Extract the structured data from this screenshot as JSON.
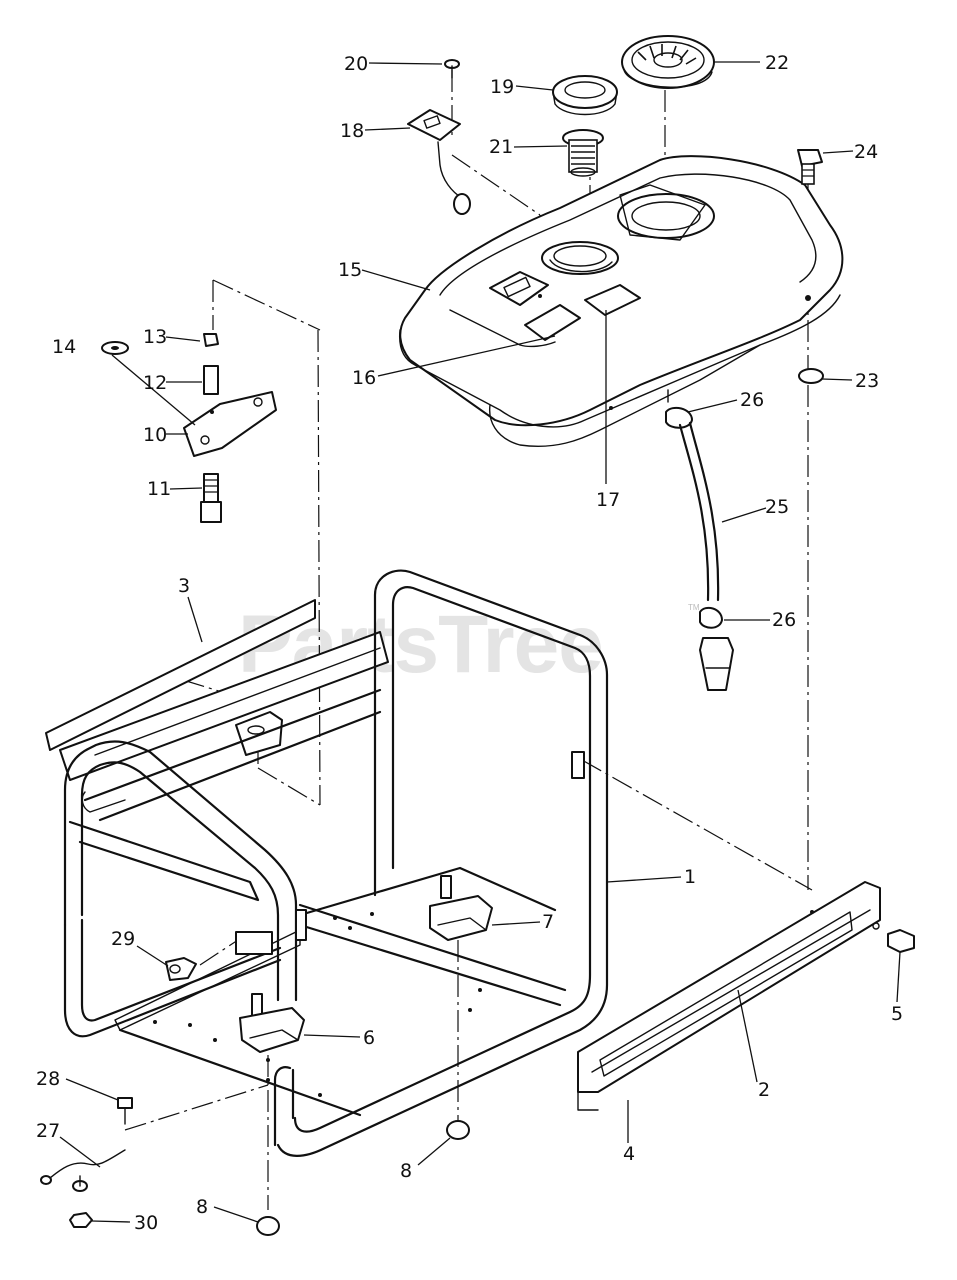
{
  "watermark": {
    "text": "PartsTree",
    "trademark": "TM"
  },
  "callouts": {
    "c1": "1",
    "c2": "2",
    "c3": "3",
    "c4": "4",
    "c5": "5",
    "c6": "6",
    "c7": "7",
    "c8a": "8",
    "c8b": "8",
    "c10": "10",
    "c11": "11",
    "c12": "12",
    "c13": "13",
    "c14": "14",
    "c15": "15",
    "c16": "16",
    "c17": "17",
    "c18": "18",
    "c19": "19",
    "c20": "20",
    "c21": "21",
    "c22": "22",
    "c23": "23",
    "c24": "24",
    "c25": "25",
    "c26a": "26",
    "c26b": "26",
    "c27": "27",
    "c28": "28",
    "c29": "29",
    "c30": "30"
  }
}
